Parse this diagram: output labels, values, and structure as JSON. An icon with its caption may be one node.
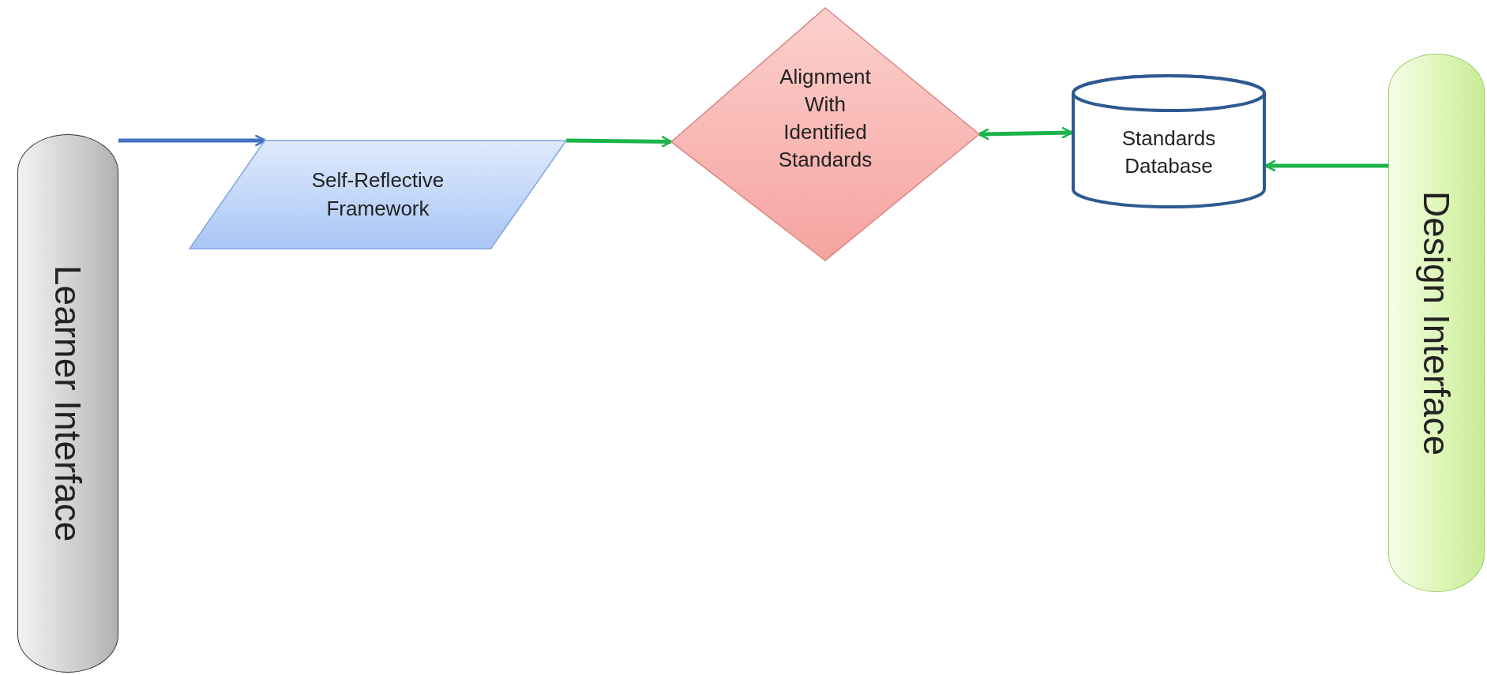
{
  "diagram": {
    "nodes": [
      {
        "text": [
          "Learner Interface"
        ]
      },
      {
        "text": [
          "Self-Reflective Framework"
        ]
      },
      {
        "text": [
          "Alignment With Identified Standards"
        ]
      },
      {
        "text": [
          "Standards Database"
        ]
      },
      {
        "text": [
          "Design Interface"
        ]
      }
    ],
    "edges": [
      {
        "from": 0,
        "to": 1,
        "arrow": "to",
        "color": "#4472c4"
      },
      {
        "from": 1,
        "to": 2,
        "arrow": "to"
      },
      {
        "from": 3,
        "to": 2,
        "arrow": "both"
      },
      {
        "from": 4,
        "to": 3,
        "arrow": "to"
      }
    ]
  }
}
